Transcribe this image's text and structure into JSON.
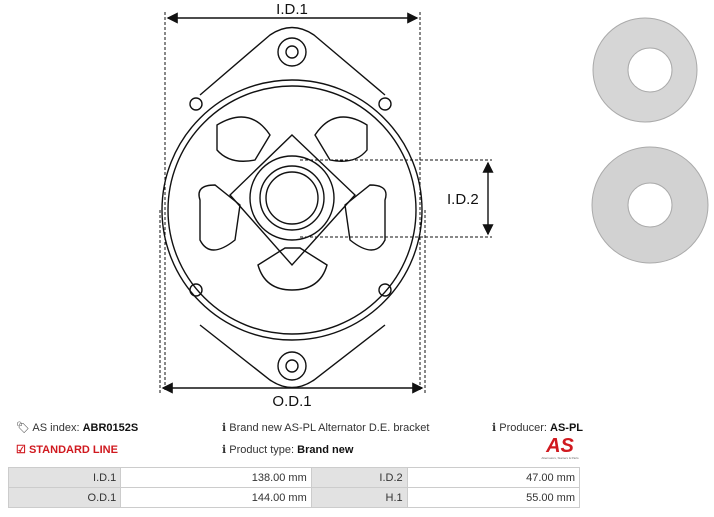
{
  "drawing": {
    "id1": "I.D.1",
    "id2": "I.D.2",
    "od1": "O.D.1"
  },
  "info": {
    "as_index_label": "AS index:",
    "as_index_value": "ABR0152S",
    "description": "Brand new AS-PL Alternator D.E. bracket",
    "producer_label": "Producer:",
    "producer_value": "AS-PL",
    "line": "STANDARD LINE",
    "product_type_label": "Product type:",
    "product_type_value": "Brand new"
  },
  "logo": {
    "text": "AS",
    "tagline": "Alternators, Starters & Parts",
    "color": "#d0191f"
  },
  "specs": [
    {
      "label": "I.D.1",
      "value": "138.00 mm",
      "label2": "I.D.2",
      "value2": "47.00 mm"
    },
    {
      "label": "O.D.1",
      "value": "144.00 mm",
      "label2": "H.1",
      "value2": "55.00 mm"
    }
  ]
}
